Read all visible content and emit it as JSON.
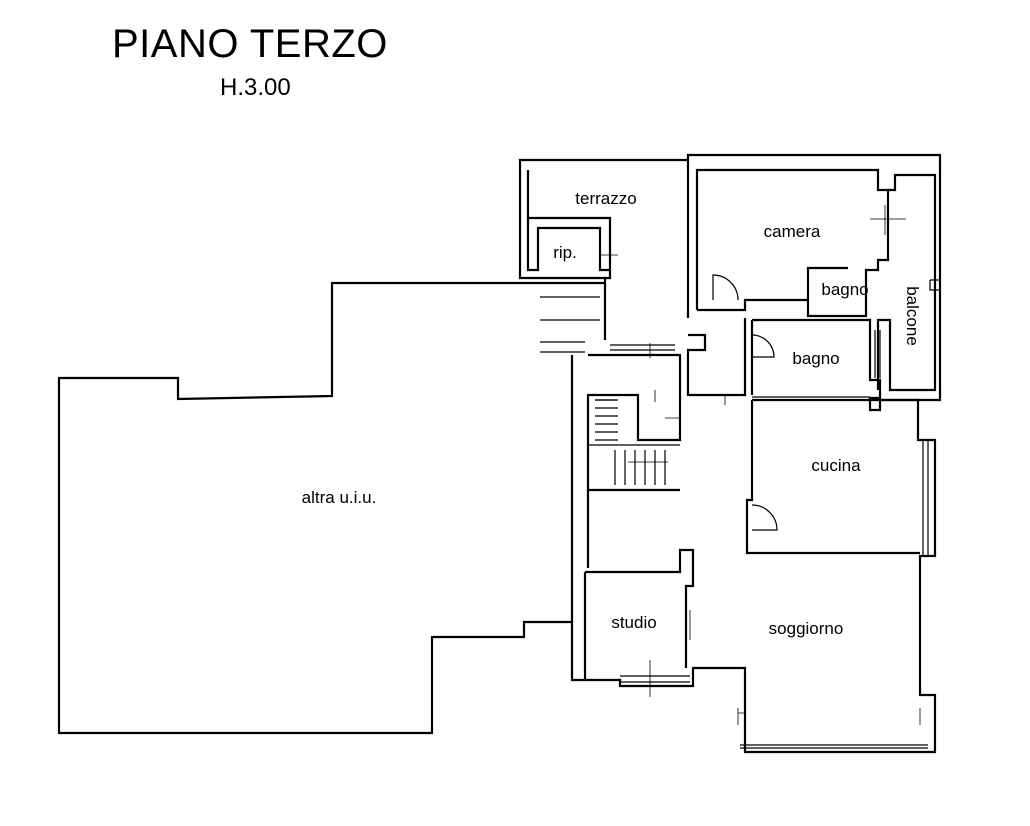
{
  "plan": {
    "title": "PIANO TERZO",
    "height": "H.3.00",
    "rooms": {
      "terrazzo": "terrazzo",
      "rip": "rip.",
      "camera": "camera",
      "bagno_upper": "bagno",
      "balcone": "balcone",
      "bagno_lower": "bagno",
      "cucina": "cucina",
      "altra": "altra u.i.u.",
      "studio": "studio",
      "soggiorno": "soggiorno"
    },
    "colors": {
      "ink": "#000000",
      "paper": "#ffffff"
    }
  }
}
